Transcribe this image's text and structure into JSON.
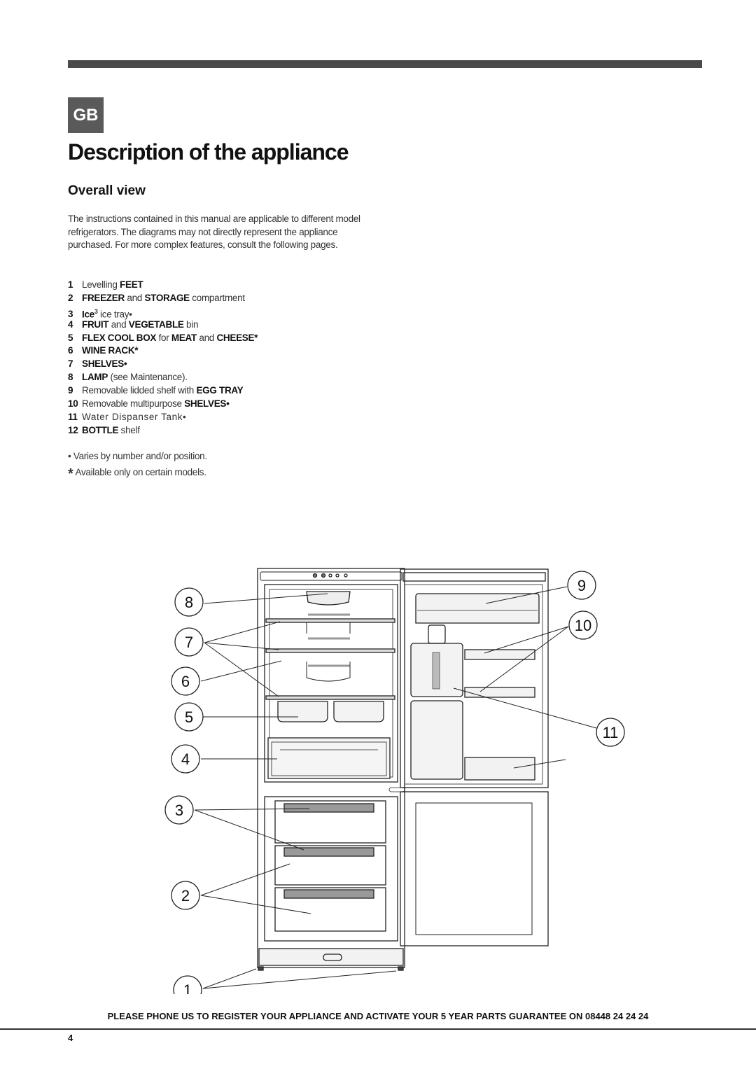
{
  "header": {
    "badge": "GB",
    "title": "Description of the appliance",
    "subtitle": "Overall view"
  },
  "intro": "The instructions contained in this manual are applicable to different model refrigerators. The diagrams may not directly represent the appliance purchased. For more complex features, consult the following pages.",
  "parts": [
    {
      "num": "1",
      "t1": "Levelling ",
      "b1": "FEET"
    },
    {
      "num": "2",
      "b1": "FREEZER",
      "t1": " and ",
      "b2": "STORAGE",
      "t2": " compartment"
    },
    {
      "num": "3",
      "b1": "Ice",
      "sup": "3",
      "t1": " ice tray•"
    },
    {
      "num": "4",
      "b1": "FRUIT",
      "t1": " and ",
      "b2": "VEGETABLE",
      "t2": " bin"
    },
    {
      "num": "5",
      "b1": "FLEX COOL BOX",
      "t1": " for ",
      "b2": "MEAT",
      "t2": " and ",
      "b3": "CHEESE*"
    },
    {
      "num": "6",
      "b1": "WINE RACK*"
    },
    {
      "num": "7",
      "b1": "SHELVES•"
    },
    {
      "num": "8",
      "b1": "LAMP",
      "t1": " (see Maintenance)."
    },
    {
      "num": "9",
      "t1": "Removable lidded shelf with ",
      "b1": "EGG TRAY"
    },
    {
      "num": "10",
      "t1": "Removable multipurpose ",
      "b1": "SHELVES•"
    },
    {
      "num": "11",
      "t1": "Water Dispanser Tank•"
    },
    {
      "num": "12",
      "b1": "BOTTLE",
      "t1": " shelf"
    }
  ],
  "notes": {
    "varies": "• Varies by number and/or position.",
    "star": "*",
    "available": "Available only on certain models."
  },
  "callouts": [
    "1",
    "2",
    "3",
    "4",
    "5",
    "6",
    "7",
    "8",
    "9",
    "10",
    "11"
  ],
  "footer": "PLEASE PHONE US TO REGISTER YOUR APPLIANCE AND ACTIVATE YOUR 5 YEAR PARTS GUARANTEE ON 08448 24 24 24",
  "page_number": "4"
}
